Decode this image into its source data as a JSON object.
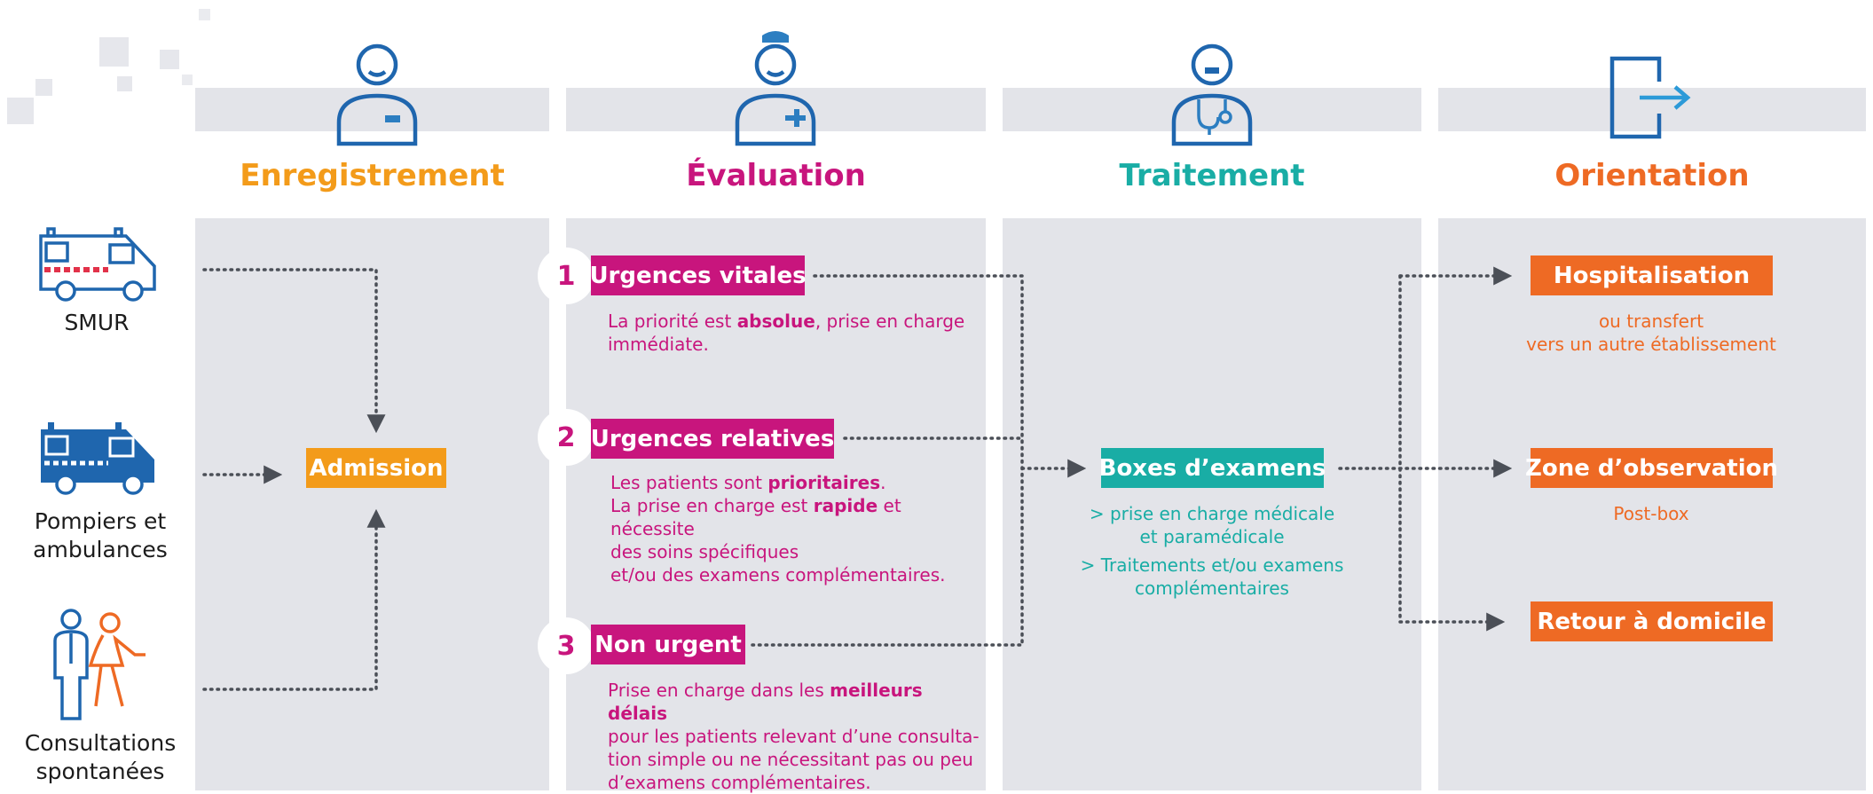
{
  "columns": {
    "registration": {
      "title": "Enregistrement",
      "color": "#f39b1a"
    },
    "evaluation": {
      "title": "Évaluation",
      "color": "#c8157d"
    },
    "treatment": {
      "title": "Traitement",
      "color": "#19ada5"
    },
    "orientation": {
      "title": "Orientation",
      "color": "#ee6a24"
    }
  },
  "sources": {
    "smur": "SMUR",
    "pompiers_line1": "Pompiers et",
    "pompiers_line2": "ambulances",
    "consult_line1": "Consultations",
    "consult_line2": "spontanées"
  },
  "admission": "Admission",
  "triage": [
    {
      "number": "1",
      "label": "Urgences vitales",
      "text_a": "La priorité est ",
      "text_bold": "absolue",
      "text_b": ", prise en charge",
      "text_c": "immédiate."
    },
    {
      "number": "2",
      "label": "Urgences relatives",
      "line1_a": "Les patients sont ",
      "line1_bold": "prioritaires",
      "line1_b": ".",
      "line2_a": "La prise en charge est ",
      "line2_bold": "rapide",
      "line2_b": " et nécessite",
      "line3": "des soins spécifiques",
      "line4": "et/ou des examens complémentaires."
    },
    {
      "number": "3",
      "label": "Non urgent",
      "line1_a": "Prise en charge dans les ",
      "line1_bold": "meilleurs délais",
      "line2": "pour les patients relevant d’une consulta-",
      "line3": "tion simple ou ne nécessitant pas ou peu",
      "line4": "d’examens complémentaires."
    }
  ],
  "treatment": {
    "box": "Boxes d’examens",
    "line1": "> prise en charge médicale",
    "line2": "et paramédicale",
    "line3": "> Traitements et/ou examens",
    "line4": "complémentaires"
  },
  "orientation": {
    "hosp": "Hospitalisation",
    "hosp_sub1": "ou transfert",
    "hosp_sub2": "vers un autre établissement",
    "obs": "Zone d’observation",
    "obs_sub": "Post-box",
    "home": "Retour à domicile"
  },
  "icons": {
    "registration": "receptionist-icon",
    "evaluation": "nurse-icon",
    "treatment": "doctor-icon",
    "orientation": "exit-door-icon",
    "smur": "smur-ambulance-icon",
    "pompiers": "ambulance-icon",
    "consult": "walk-in-people-icon"
  }
}
